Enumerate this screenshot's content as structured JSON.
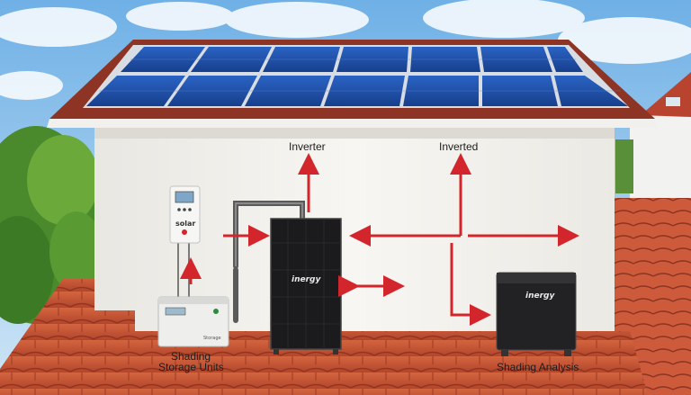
{
  "scene": {
    "description_labels": {
      "inverter_label": "Inverter",
      "inverted_label": "Inverted",
      "shading_storage_line1": "Shading",
      "shading_storage_line2": "Storage Units",
      "shading_analysis_label": "Shading Analysis"
    },
    "devices": {
      "controller_brand": "solar",
      "inverter_brand": "inergy",
      "battery_brand": "inergy",
      "storage_unit_tag": "Storage"
    },
    "colors": {
      "arrow": "#d3262c",
      "panel_blue": "#1f4fa8",
      "roof_tile": "#c9553a",
      "wall": "#f4f2ee",
      "sky": "#8ec3ea"
    }
  }
}
